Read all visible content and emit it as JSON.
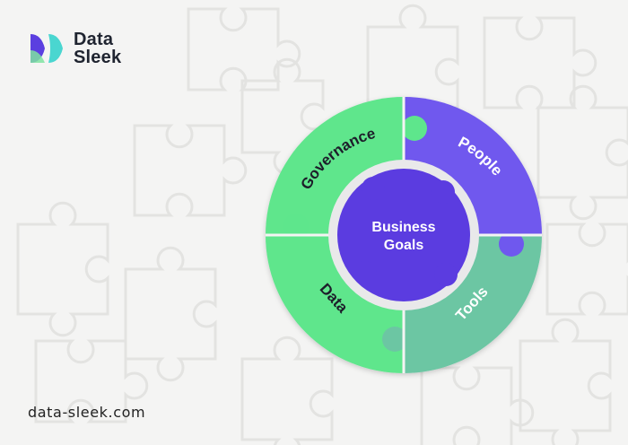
{
  "brand": {
    "name_line1": "Data",
    "name_line2": "Sleek",
    "logo_colors": [
      "#5b3fe0",
      "#4ad6d0",
      "#7fe3a0"
    ]
  },
  "footer": {
    "url": "data-sleek.com"
  },
  "diagram": {
    "center": {
      "line1": "Business",
      "line2": "Goals",
      "color": "#5b3ce0"
    },
    "segments": [
      {
        "label": "Governance",
        "color": "#5ee68c"
      },
      {
        "label": "People",
        "color": "#6f58ee"
      },
      {
        "label": "Tools",
        "color": "#6cc6a3"
      },
      {
        "label": "Data",
        "color": "#5ee68c"
      }
    ]
  }
}
